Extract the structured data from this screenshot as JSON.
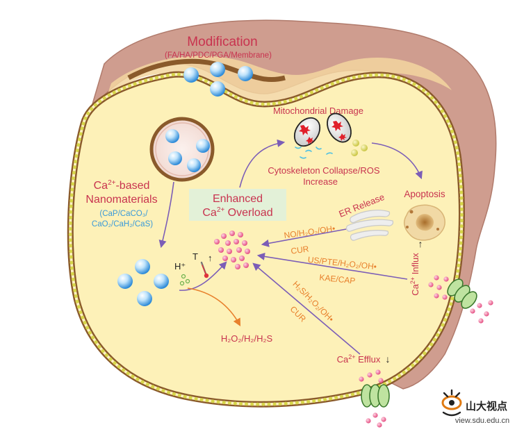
{
  "modification": {
    "title": "Modification",
    "subtitle": "(FA/HA/PDC/PGA/Membrane)"
  },
  "nanomaterials": {
    "line1_pre": "Ca",
    "line1_sup": "2+",
    "line1_post": "-based",
    "line2": "Nanomaterials",
    "formula_line1": "(CaP/CaCO₃/",
    "formula_line2": "CaO₂/CaH₂/CaS)"
  },
  "overload": {
    "line1": "Enhanced",
    "line2_pre": "Ca",
    "line2_sup": "2+",
    "line2_post": " Overload"
  },
  "mitochondria": {
    "label": "Mitochondrial Damage"
  },
  "cytoskeleton": {
    "line1": "Cytoskeleton Collapse/ROS",
    "line2": "Increase"
  },
  "apoptosis": {
    "label": "Apoptosis"
  },
  "er_release": {
    "label": "ER Release"
  },
  "pathways": {
    "er_stimuli_line1": "NO/H₂O₂/OH•",
    "er_stimuli_line2": "CUR",
    "influx_stimuli_line1": "US/PTE/H₂O₂/OH•",
    "influx_stimuli_line2": "KAE/CAP",
    "efflux_stimuli_line1": "H₂S/H₂O₂/OH•",
    "efflux_stimuli_line2": "CUR"
  },
  "influx": {
    "label_pre": "Ca",
    "label_sup": "2+",
    "label_post": " Influx",
    "arrow": "↑"
  },
  "efflux": {
    "label_pre": "Ca",
    "label_sup": "2+",
    "label_post": " Efflux",
    "arrow": "↓"
  },
  "triggers": {
    "proton": "H⁺",
    "temperature": "T",
    "up_arrow": "↑"
  },
  "products": {
    "label": "H₂O₂/H₂/H₂S"
  },
  "watermark": {
    "brand": "山大视点",
    "url": "view.sdu.edu.cn"
  },
  "colors": {
    "title_red": "#c8334f",
    "formula_blue": "#3a9ad9",
    "stimuli_orange": "#e8802c",
    "arrow_purple": "#7b5db7",
    "cytoplasm": "#fdf1b8",
    "membrane_brown": "#8a5a2b",
    "membrane_dots": "#d7d64a",
    "tissue_pink": "#c9968a",
    "overload_box": "#e3f1d8",
    "calcium_pink": "#ec5b8b",
    "nanoparticle_blue": "#3d9be0"
  }
}
